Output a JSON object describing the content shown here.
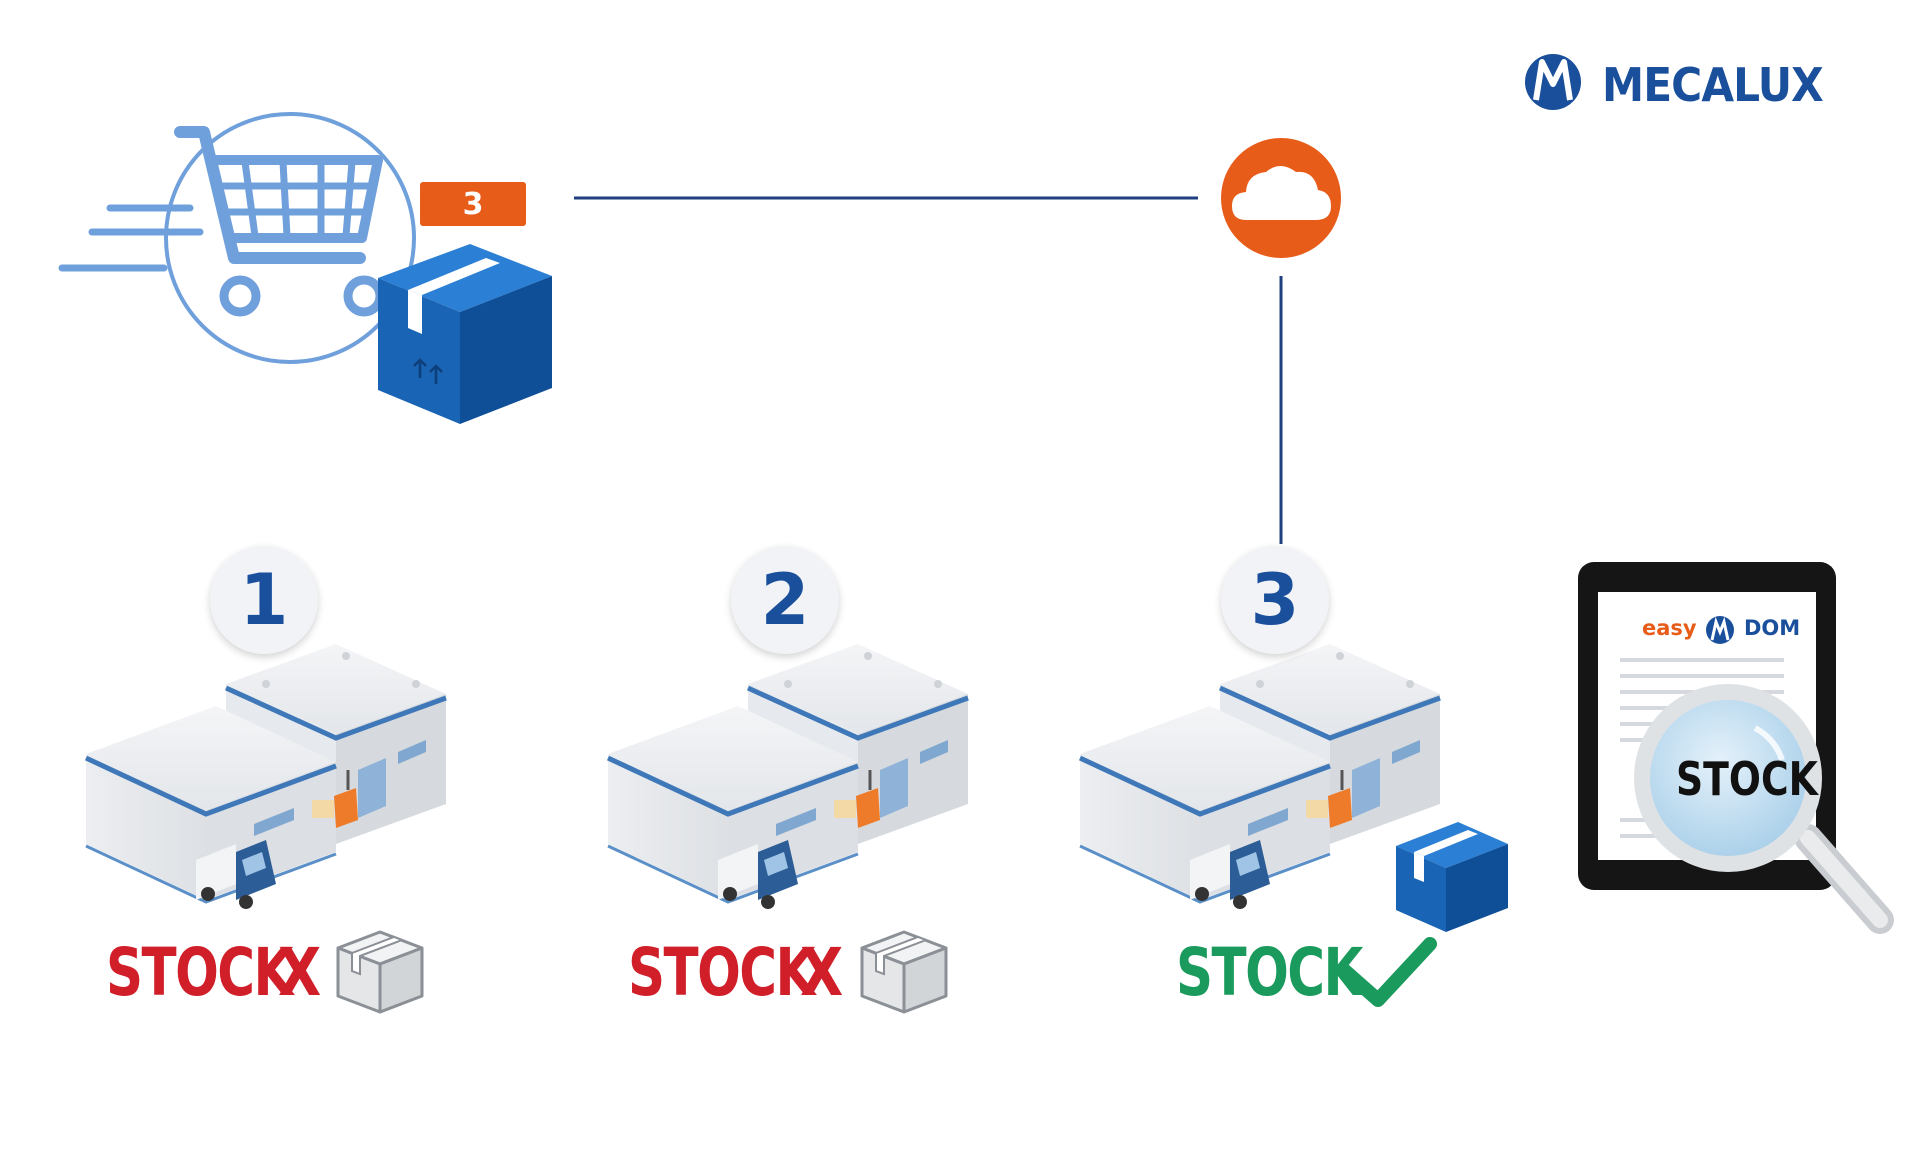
{
  "logo": {
    "brand": "MECALUX"
  },
  "order": {
    "quantity_badge": "3"
  },
  "warehouses": [
    {
      "number": "1",
      "stock_label": "STOCK",
      "status": "X",
      "available": false
    },
    {
      "number": "2",
      "stock_label": "STOCK",
      "status": "X",
      "available": false
    },
    {
      "number": "3",
      "stock_label": "STOCK",
      "status": "✓",
      "available": true
    }
  ],
  "tablet": {
    "app_easy": "easy",
    "app_dom": "DOM",
    "search_word": "STOCK"
  },
  "colors": {
    "brand_blue": "#1a4f9c",
    "accent_orange": "#e85c1a",
    "unavailable_red": "#d11f2a",
    "available_green": "#1a9a5c",
    "cart_blue": "#6fa0dc"
  },
  "icons": [
    "shopping-cart-icon",
    "package-box-icon",
    "cloud-icon",
    "warehouse-icon",
    "forklift-icon",
    "truck-icon",
    "check-icon",
    "tablet-icon",
    "magnifier-icon"
  ]
}
